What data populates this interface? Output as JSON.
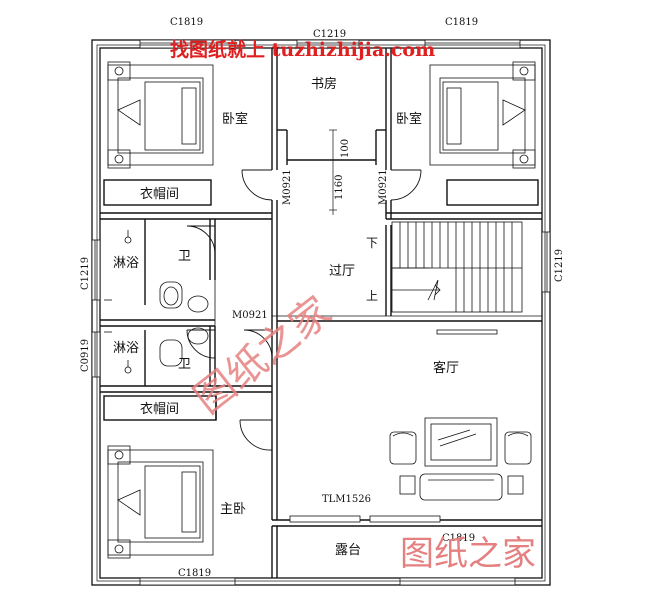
{
  "watermark_top": "找图纸就上 tuzhizhijia.com",
  "watermark_mid": "图纸之家",
  "watermark_bottom": "图纸之家",
  "colors": {
    "wall": "#111111",
    "watermark": "#e02020",
    "watermark_faint": "#e58080"
  },
  "rooms": {
    "bedroom_left": "卧室",
    "study": "书房",
    "bedroom_right": "卧室",
    "closet_top": "衣帽间",
    "shower_top": "淋浴",
    "wc_top": "卫",
    "hall": "过厅",
    "shower_bottom": "淋浴",
    "wc_bottom": "卫",
    "closet_bottom": "衣帽间",
    "living": "客厅",
    "master": "主卧",
    "terrace": "露台"
  },
  "codes": {
    "win_top_left": "C1819",
    "win_top_mid": "C1219",
    "win_top_right": "C1819",
    "win_left_upper": "C1219",
    "win_left_lower": "C0919",
    "win_right": "C1219",
    "win_bottom_left": "C1819",
    "win_bottom_right": "C1819",
    "door_study_left": "M0921",
    "door_study_right": "M0921",
    "door_wc": "M0921",
    "door_terrace": "TLM1526"
  },
  "dims": {
    "d100": "100",
    "d1160": "1160"
  },
  "stairs": {
    "down": "下",
    "up": "上"
  }
}
